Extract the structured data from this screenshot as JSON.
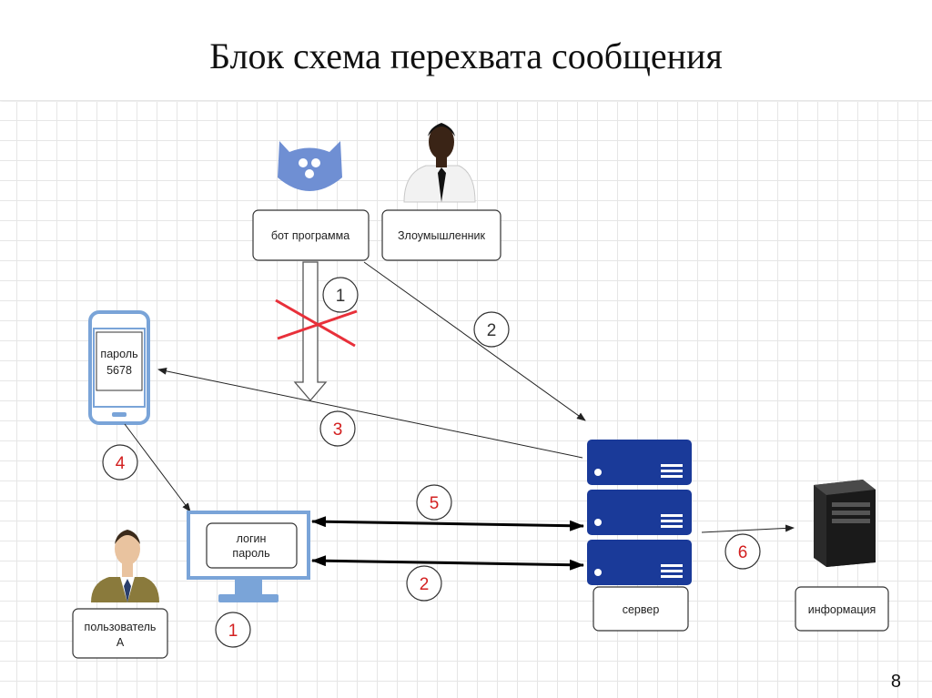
{
  "title": "Блок схема перехвата сообщения",
  "page_number": "8",
  "nodes": {
    "bot": "бот программа",
    "attacker": "Злоумышленник",
    "phone_line1": "пароль",
    "phone_line2": "5678",
    "monitor_line1": "логин",
    "monitor_line2": "пароль",
    "user_line1": "пользователь",
    "user_line2": "А",
    "server": "сервер",
    "info": "информация"
  },
  "steps": {
    "bot_arrow": "1",
    "attacker_arrow": "2",
    "server_to_phone": "3",
    "phone_to_monitor": "4",
    "monitor_server_top": "5",
    "monitor_server_bottom": "2",
    "server_to_info": "6",
    "user_step": "1"
  },
  "colors": {
    "server": "#1a3a99",
    "cat": "#6f8fd3",
    "cross": "#e8303a",
    "step_red": "#d32020",
    "step_dark": "#333333",
    "device_border": "#7aa4d8"
  },
  "icons": [
    "cat-bot-icon",
    "attacker-icon",
    "phone-icon",
    "monitor-icon",
    "user-icon",
    "server-icon",
    "computer-tower-icon"
  ]
}
